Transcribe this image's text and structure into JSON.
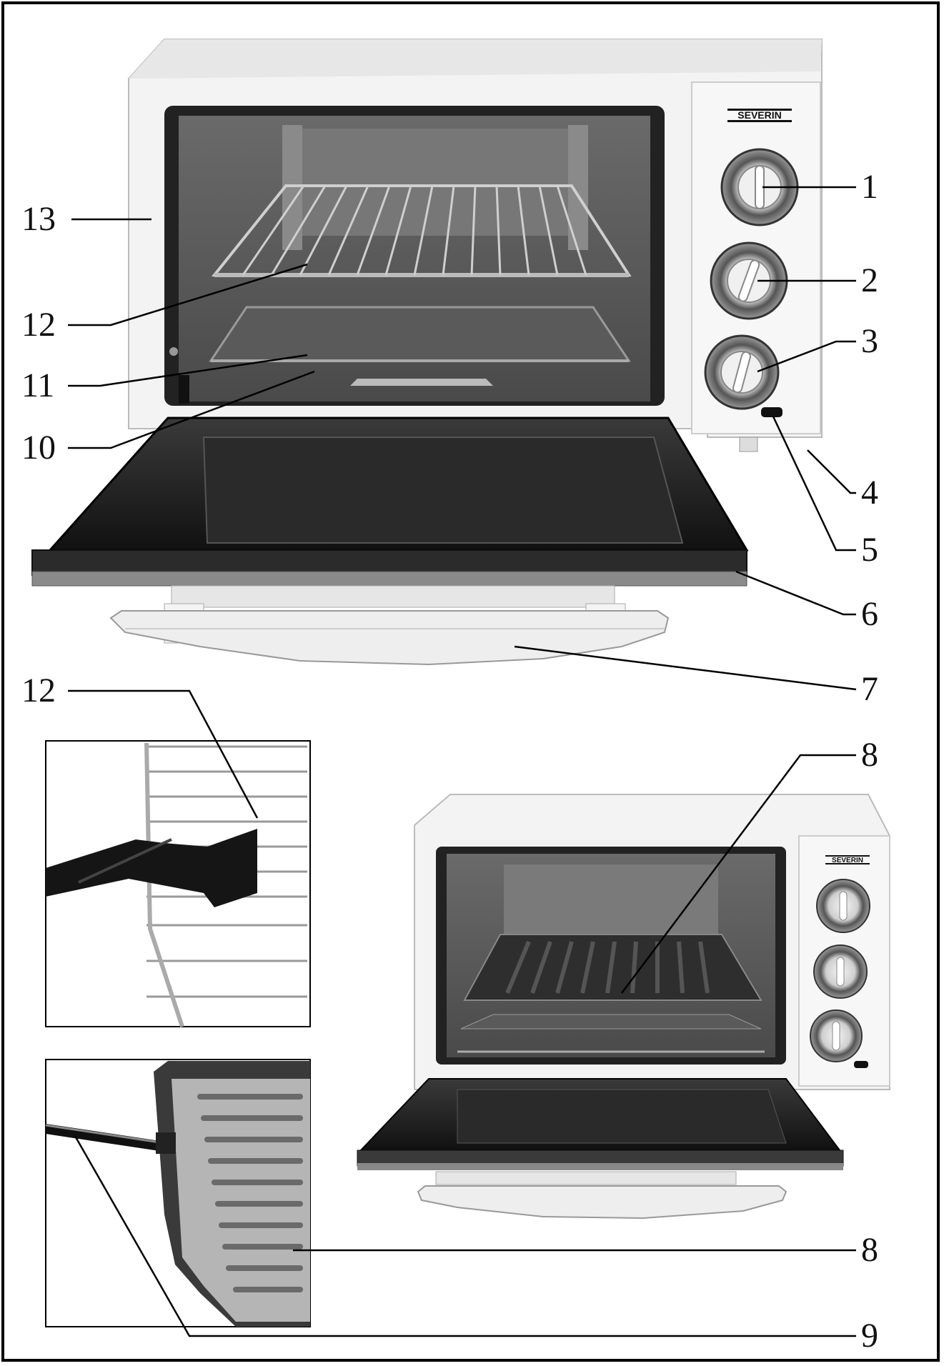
{
  "brand": "SEVERIN",
  "callouts": [
    {
      "id": "label-1",
      "text": "1"
    },
    {
      "id": "label-2",
      "text": "2"
    },
    {
      "id": "label-3",
      "text": "3"
    },
    {
      "id": "label-4",
      "text": "4"
    },
    {
      "id": "label-5",
      "text": "5"
    },
    {
      "id": "label-6",
      "text": "6"
    },
    {
      "id": "label-7",
      "text": "7"
    },
    {
      "id": "label-8-top",
      "text": "8"
    },
    {
      "id": "label-8-bottom",
      "text": "8"
    },
    {
      "id": "label-9",
      "text": "9"
    },
    {
      "id": "label-10",
      "text": "10"
    },
    {
      "id": "label-11",
      "text": "11"
    },
    {
      "id": "label-12-top",
      "text": "12"
    },
    {
      "id": "label-12-detail",
      "text": "12"
    },
    {
      "id": "label-13",
      "text": "13"
    }
  ]
}
